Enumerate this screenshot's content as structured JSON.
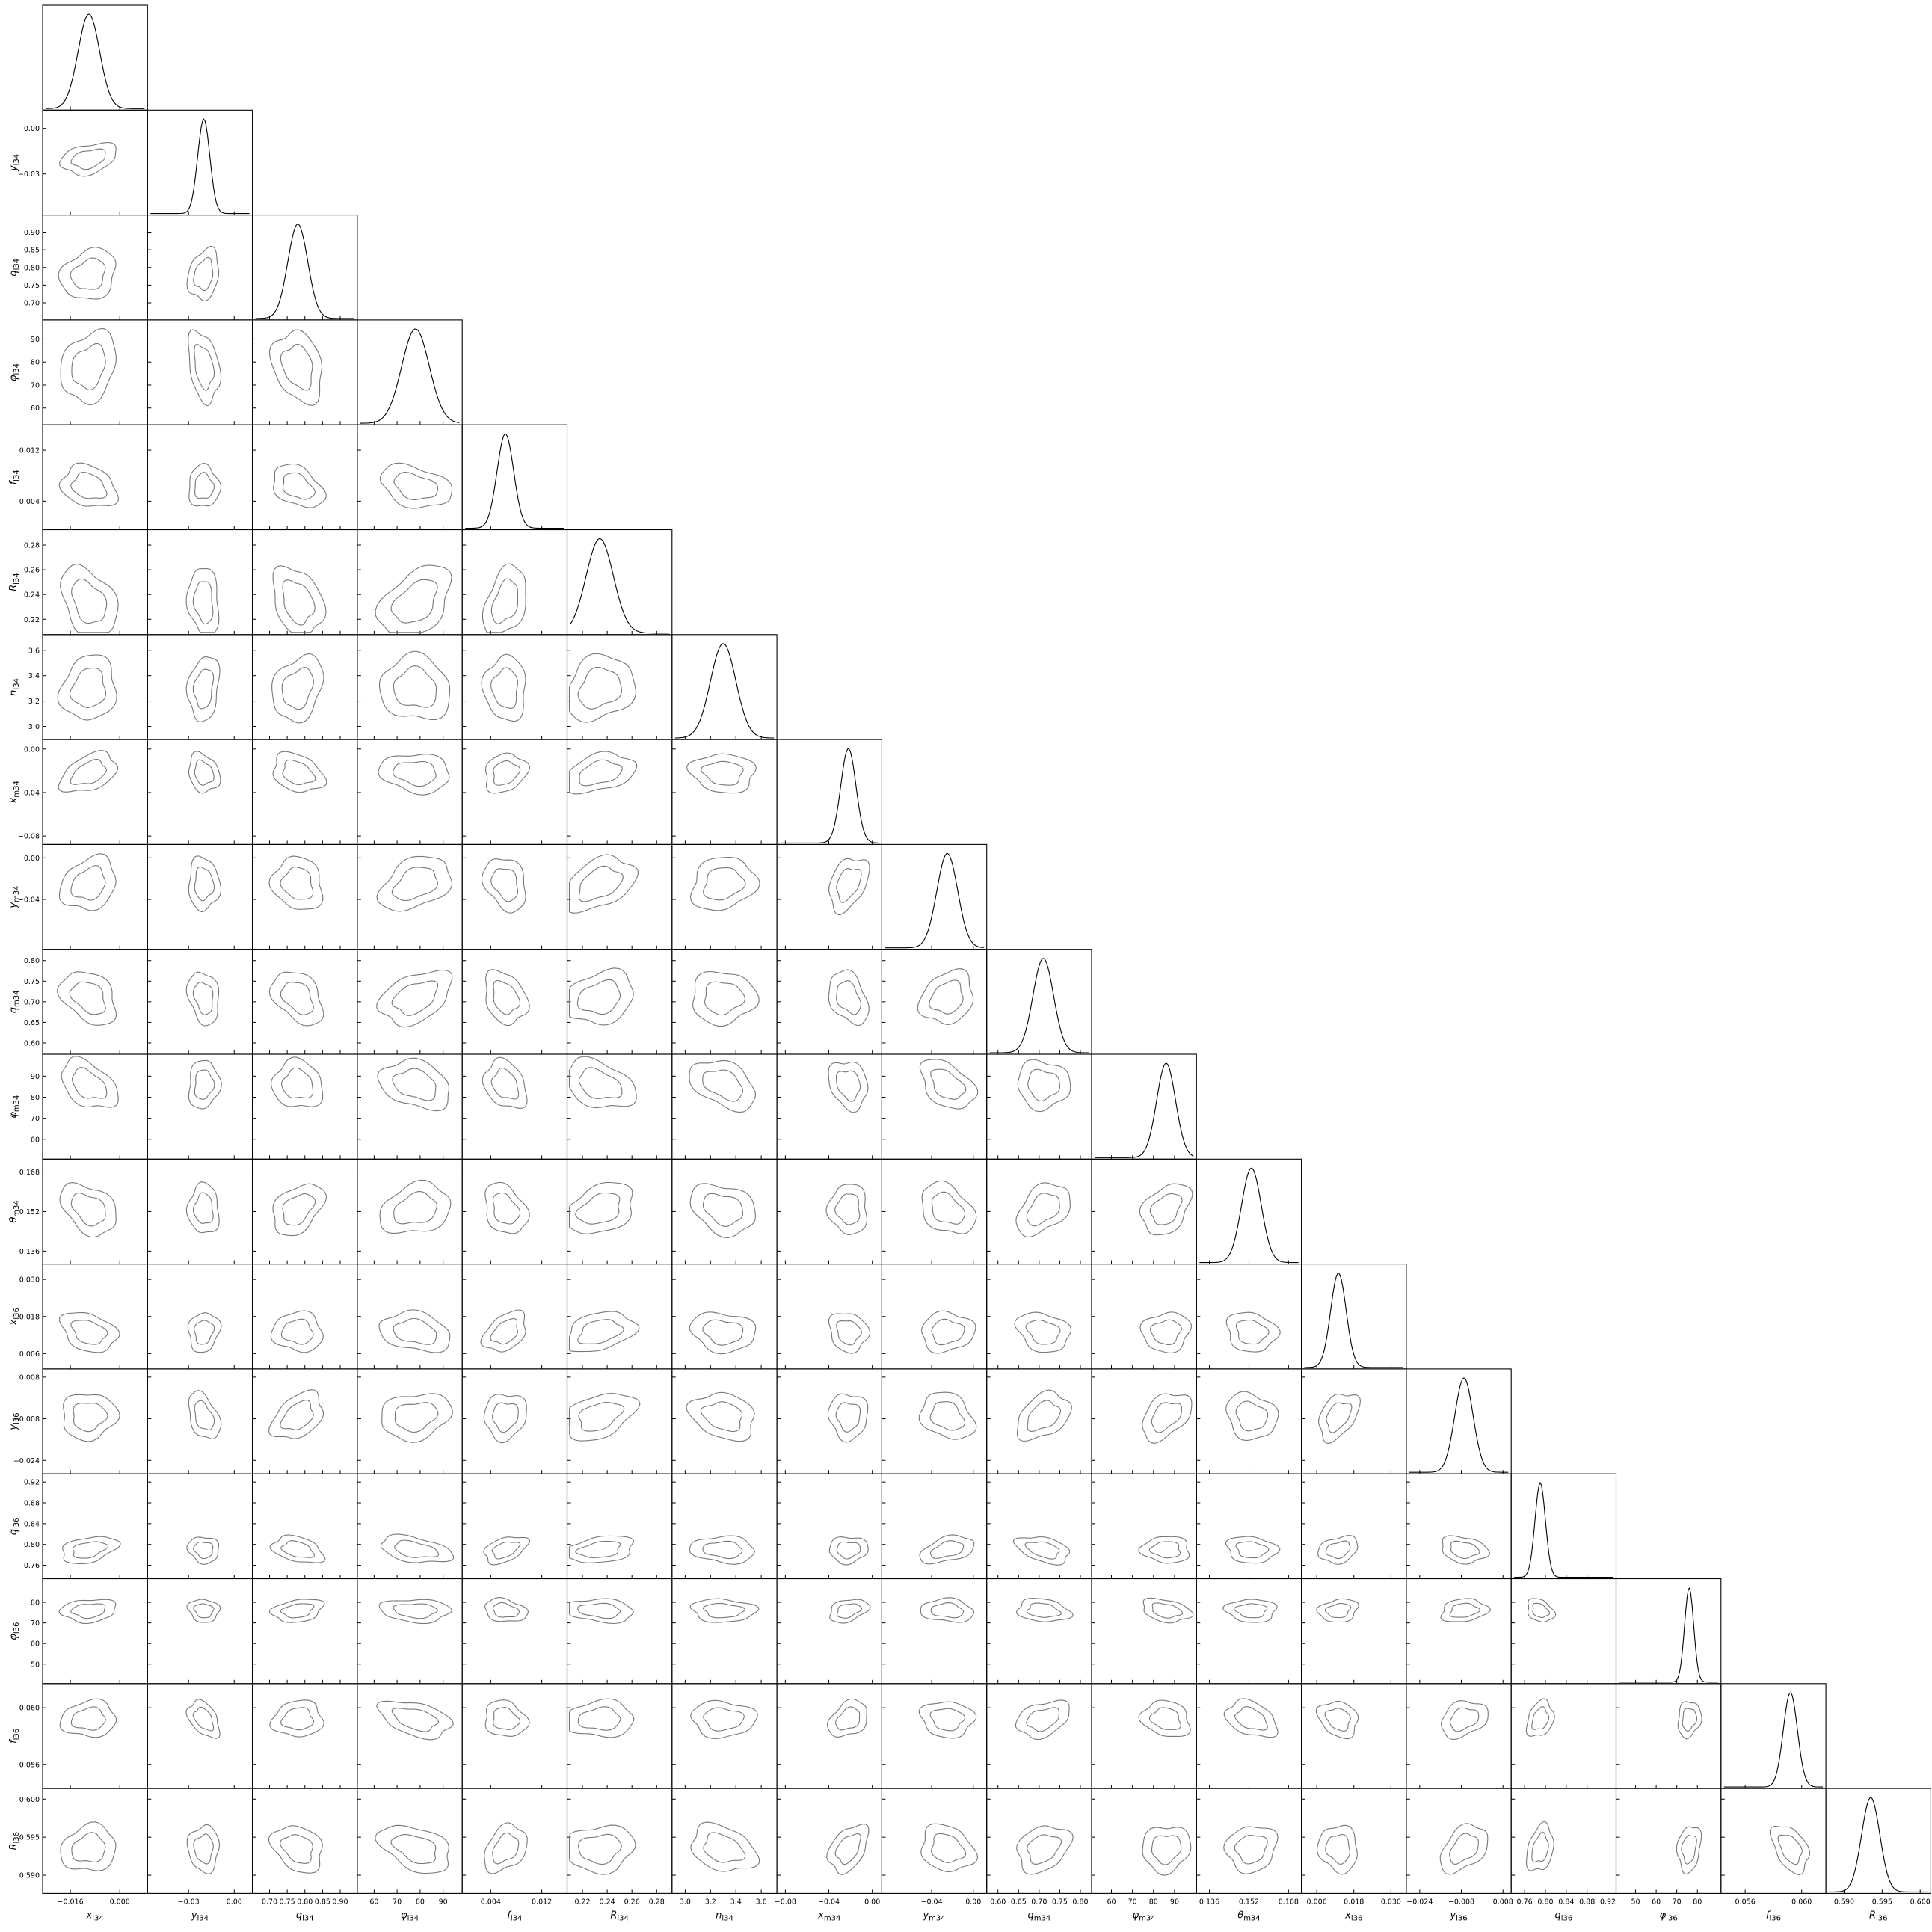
{
  "chart_data": {
    "type": "corner",
    "parameters": [
      {
        "label": "x_{l34}",
        "base": "x",
        "sub": "l34",
        "range": [
          -0.024,
          0.008
        ],
        "ticks": [
          -0.016,
          0.0
        ],
        "tick_labels": [
          "−0.016",
          "0.000"
        ],
        "mean": -0.01,
        "sd": 0.0035
      },
      {
        "label": "y_{l34}",
        "base": "y",
        "sub": "l34",
        "range": [
          -0.055,
          0.01
        ],
        "ticks": [
          -0.03,
          0.0
        ],
        "tick_labels": [
          "−0.03",
          "0.00"
        ],
        "mean": -0.02,
        "sd": 0.004
      },
      {
        "label": "q_{l34}",
        "base": "q",
        "sub": "l34",
        "range": [
          0.66,
          0.94
        ],
        "ticks": [
          0.7,
          0.75,
          0.8,
          0.85,
          0.9
        ],
        "tick_labels": [
          "0.70",
          "0.75",
          "0.80",
          "0.85",
          "0.90"
        ],
        "mean": 0.78,
        "sd": 0.028
      },
      {
        "label": "φ_{l34}",
        "base": "φ",
        "sub": "l34",
        "range": [
          54,
          97
        ],
        "ticks": [
          60,
          70,
          80,
          90
        ],
        "tick_labels": [
          "60",
          "70",
          "80",
          "90"
        ],
        "mean": 78,
        "sd": 6
      },
      {
        "label": "f_{l34}",
        "base": "f",
        "sub": "l34",
        "range": [
          0.0,
          0.0155
        ],
        "ticks": [
          0.004,
          0.012
        ],
        "tick_labels": [
          "0.004",
          "0.012"
        ],
        "mean": 0.0063,
        "sd": 0.0013
      },
      {
        "label": "R_{l34}",
        "base": "R",
        "sub": "l34",
        "range": [
          0.21,
          0.29
        ],
        "ticks": [
          0.22,
          0.24,
          0.26,
          0.28
        ],
        "tick_labels": [
          "0.22",
          "0.24",
          "0.26",
          "0.28"
        ],
        "mean": 0.234,
        "sd": 0.011
      },
      {
        "label": "n_{l34}",
        "base": "n",
        "sub": "l34",
        "range": [
          2.92,
          3.7
        ],
        "ticks": [
          3.0,
          3.2,
          3.4,
          3.6
        ],
        "tick_labels": [
          "3.0",
          "3.2",
          "3.4",
          "3.6"
        ],
        "mean": 3.3,
        "sd": 0.1
      },
      {
        "label": "x_{m34}",
        "base": "x",
        "sub": "m34",
        "range": [
          -0.085,
          0.006
        ],
        "ticks": [
          -0.08,
          -0.04,
          0.0
        ],
        "tick_labels": [
          "−0.08",
          "−0.04",
          "0.00"
        ],
        "mean": -0.022,
        "sd": 0.007
      },
      {
        "label": "y_{m34}",
        "base": "y",
        "sub": "m34",
        "range": [
          -0.085,
          0.01
        ],
        "ticks": [
          -0.04,
          0.0
        ],
        "tick_labels": [
          "−0.04",
          "0.00"
        ],
        "mean": -0.025,
        "sd": 0.01
      },
      {
        "label": "q_{m34}",
        "base": "q",
        "sub": "m34",
        "range": [
          0.58,
          0.82
        ],
        "ticks": [
          0.6,
          0.65,
          0.7,
          0.75,
          0.8
        ],
        "tick_labels": [
          "0.60",
          "0.65",
          "0.70",
          "0.75",
          "0.80"
        ],
        "mean": 0.71,
        "sd": 0.025
      },
      {
        "label": "φ_{m34}",
        "base": "φ",
        "sub": "m34",
        "range": [
          52,
          99
        ],
        "ticks": [
          60,
          70,
          80,
          90
        ],
        "tick_labels": [
          "60",
          "70",
          "80",
          "90"
        ],
        "mean": 86,
        "sd": 4.5
      },
      {
        "label": "θ_{m34}",
        "base": "θ",
        "sub": "m34",
        "range": [
          0.132,
          0.172
        ],
        "ticks": [
          0.136,
          0.152,
          0.168
        ],
        "tick_labels": [
          "0.136",
          "0.152",
          "0.168"
        ],
        "mean": 0.153,
        "sd": 0.004
      },
      {
        "label": "x_{l36}",
        "base": "x",
        "sub": "l36",
        "range": [
          0.002,
          0.034
        ],
        "ticks": [
          0.006,
          0.018,
          0.03
        ],
        "tick_labels": [
          "0.006",
          "0.018",
          "0.030"
        ],
        "mean": 0.013,
        "sd": 0.0025
      },
      {
        "label": "y_{l36}",
        "base": "y",
        "sub": "l36",
        "range": [
          -0.028,
          0.01
        ],
        "ticks": [
          -0.024,
          -0.008,
          0.008
        ],
        "tick_labels": [
          "−0.024",
          "−0.008",
          "0.008"
        ],
        "mean": -0.007,
        "sd": 0.0035
      },
      {
        "label": "q_{l36}",
        "base": "q",
        "sub": "l36",
        "range": [
          0.74,
          0.93
        ],
        "ticks": [
          0.76,
          0.8,
          0.84,
          0.88,
          0.92
        ],
        "tick_labels": [
          "0.76",
          "0.80",
          "0.84",
          "0.88",
          "0.92"
        ],
        "mean": 0.79,
        "sd": 0.01
      },
      {
        "label": "φ_{l36}",
        "base": "φ",
        "sub": "l36",
        "range": [
          42,
          90
        ],
        "ticks": [
          50,
          60,
          70,
          80
        ],
        "tick_labels": [
          "50",
          "60",
          "70",
          "80"
        ],
        "mean": 76,
        "sd": 2.2
      },
      {
        "label": "f_{l36}",
        "base": "f",
        "sub": "l36",
        "range": [
          0.0545,
          0.0615
        ],
        "ticks": [
          0.056,
          0.06
        ],
        "tick_labels": [
          "0.056",
          "0.060"
        ],
        "mean": 0.0592,
        "sd": 0.0005
      },
      {
        "label": "R_{l36}",
        "base": "R",
        "sub": "l36",
        "range": [
          0.588,
          0.601
        ],
        "ticks": [
          0.59,
          0.595,
          0.6
        ],
        "tick_labels": [
          "0.590",
          "0.595",
          "0.600"
        ],
        "mean": 0.5935,
        "sd": 0.0012
      }
    ],
    "contour_levels": 2,
    "colors": {
      "marginal": "#000000",
      "contour": "#777777",
      "frame": "#000000"
    }
  }
}
